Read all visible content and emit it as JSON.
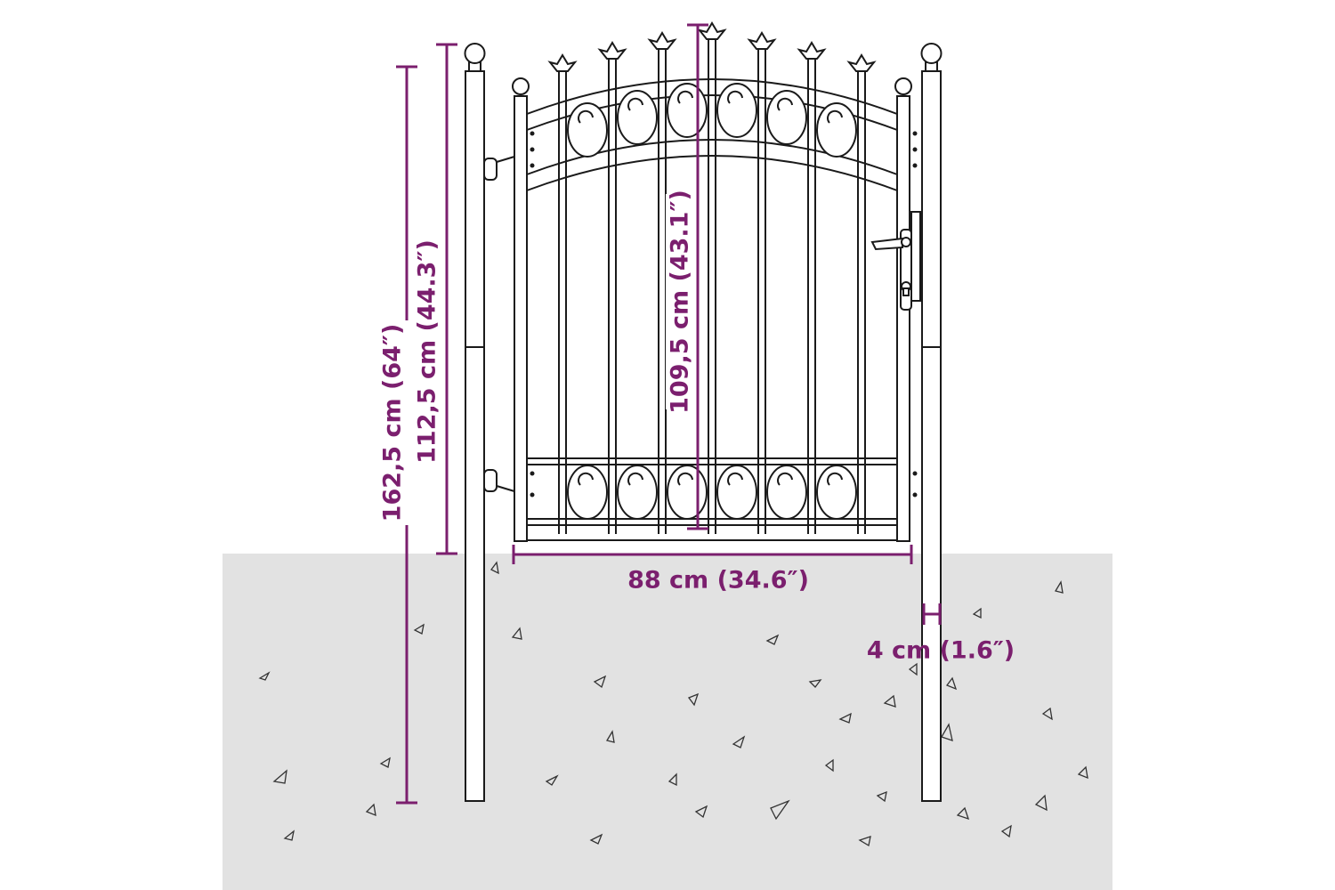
{
  "dimensions": {
    "total_height": "162,5 cm (64″)",
    "post_height_above_ground": "112,5 cm (44.3″)",
    "gate_height": "109,5 cm (43.1″)",
    "gate_width": "88 cm (34.6″)",
    "post_width": "4 cm (1.6″)"
  },
  "colors": {
    "dimension": "#7b1f6e",
    "outline": "#1a1a1a",
    "ground": "#e2e2e2"
  }
}
